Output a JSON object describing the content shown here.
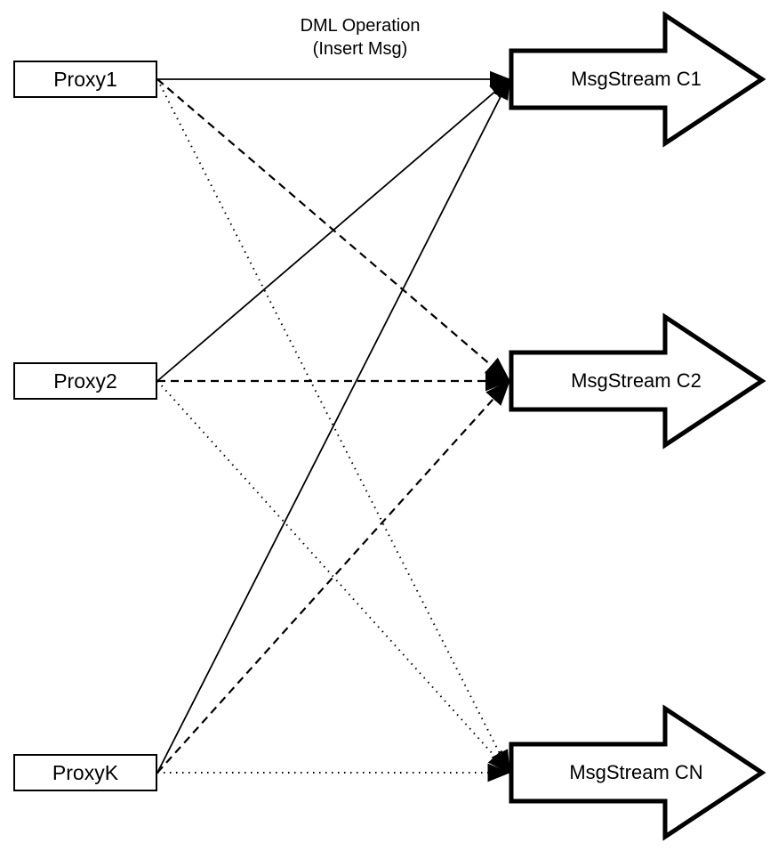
{
  "diagram": {
    "title": {
      "line1": "DML Operation",
      "line2": "(Insert Msg)"
    },
    "nodes": {
      "proxies": [
        {
          "id": "proxy1",
          "label": "Proxy1"
        },
        {
          "id": "proxy2",
          "label": "Proxy2"
        },
        {
          "id": "proxyk",
          "label": "ProxyK"
        }
      ],
      "streams": [
        {
          "id": "c1",
          "label": "MsgStream C1"
        },
        {
          "id": "c2",
          "label": "MsgStream C2"
        },
        {
          "id": "cn",
          "label": "MsgStream CN"
        }
      ]
    },
    "edges": [
      {
        "from": "proxy1",
        "to": "c1",
        "style": "solid"
      },
      {
        "from": "proxy1",
        "to": "c2",
        "style": "dashed"
      },
      {
        "from": "proxy1",
        "to": "cn",
        "style": "dotted"
      },
      {
        "from": "proxy2",
        "to": "c1",
        "style": "solid"
      },
      {
        "from": "proxy2",
        "to": "c2",
        "style": "dashed"
      },
      {
        "from": "proxy2",
        "to": "cn",
        "style": "dotted"
      },
      {
        "from": "proxyk",
        "to": "c1",
        "style": "solid"
      },
      {
        "from": "proxyk",
        "to": "c2",
        "style": "dashed"
      },
      {
        "from": "proxyk",
        "to": "cn",
        "style": "dotted"
      }
    ],
    "colors": {
      "line": "#000000",
      "node_border": "#000000",
      "node_fill": "#ffffff",
      "background": "#ffffff"
    }
  }
}
